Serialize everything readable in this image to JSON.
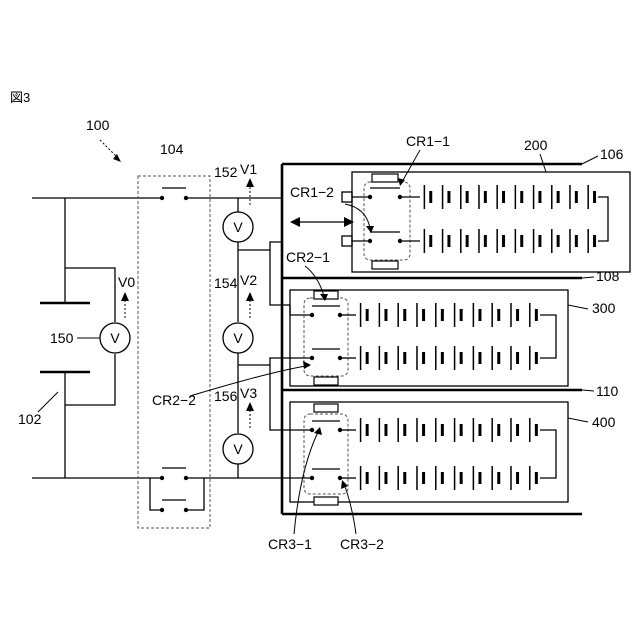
{
  "figure_label": "図3",
  "labels": {
    "system": "100",
    "relay_block": "104",
    "battery_source": "102",
    "meter_main": "150",
    "volt_main": "V0",
    "meter_1": "152",
    "volt_1": "V1",
    "meter_2": "154",
    "volt_2": "V2",
    "meter_3": "156",
    "volt_3": "V3",
    "housing": "106",
    "partition_1": "108",
    "partition_2": "110",
    "pack_1": "200",
    "pack_2": "300",
    "pack_3": "400",
    "cr1_1": "CR1−1",
    "cr1_2": "CR1−2",
    "cr2_1": "CR2−1",
    "cr2_2": "CR2−2",
    "cr3_1": "CR3−1",
    "cr3_2": "CR3−2",
    "meter_symbol": "V"
  }
}
